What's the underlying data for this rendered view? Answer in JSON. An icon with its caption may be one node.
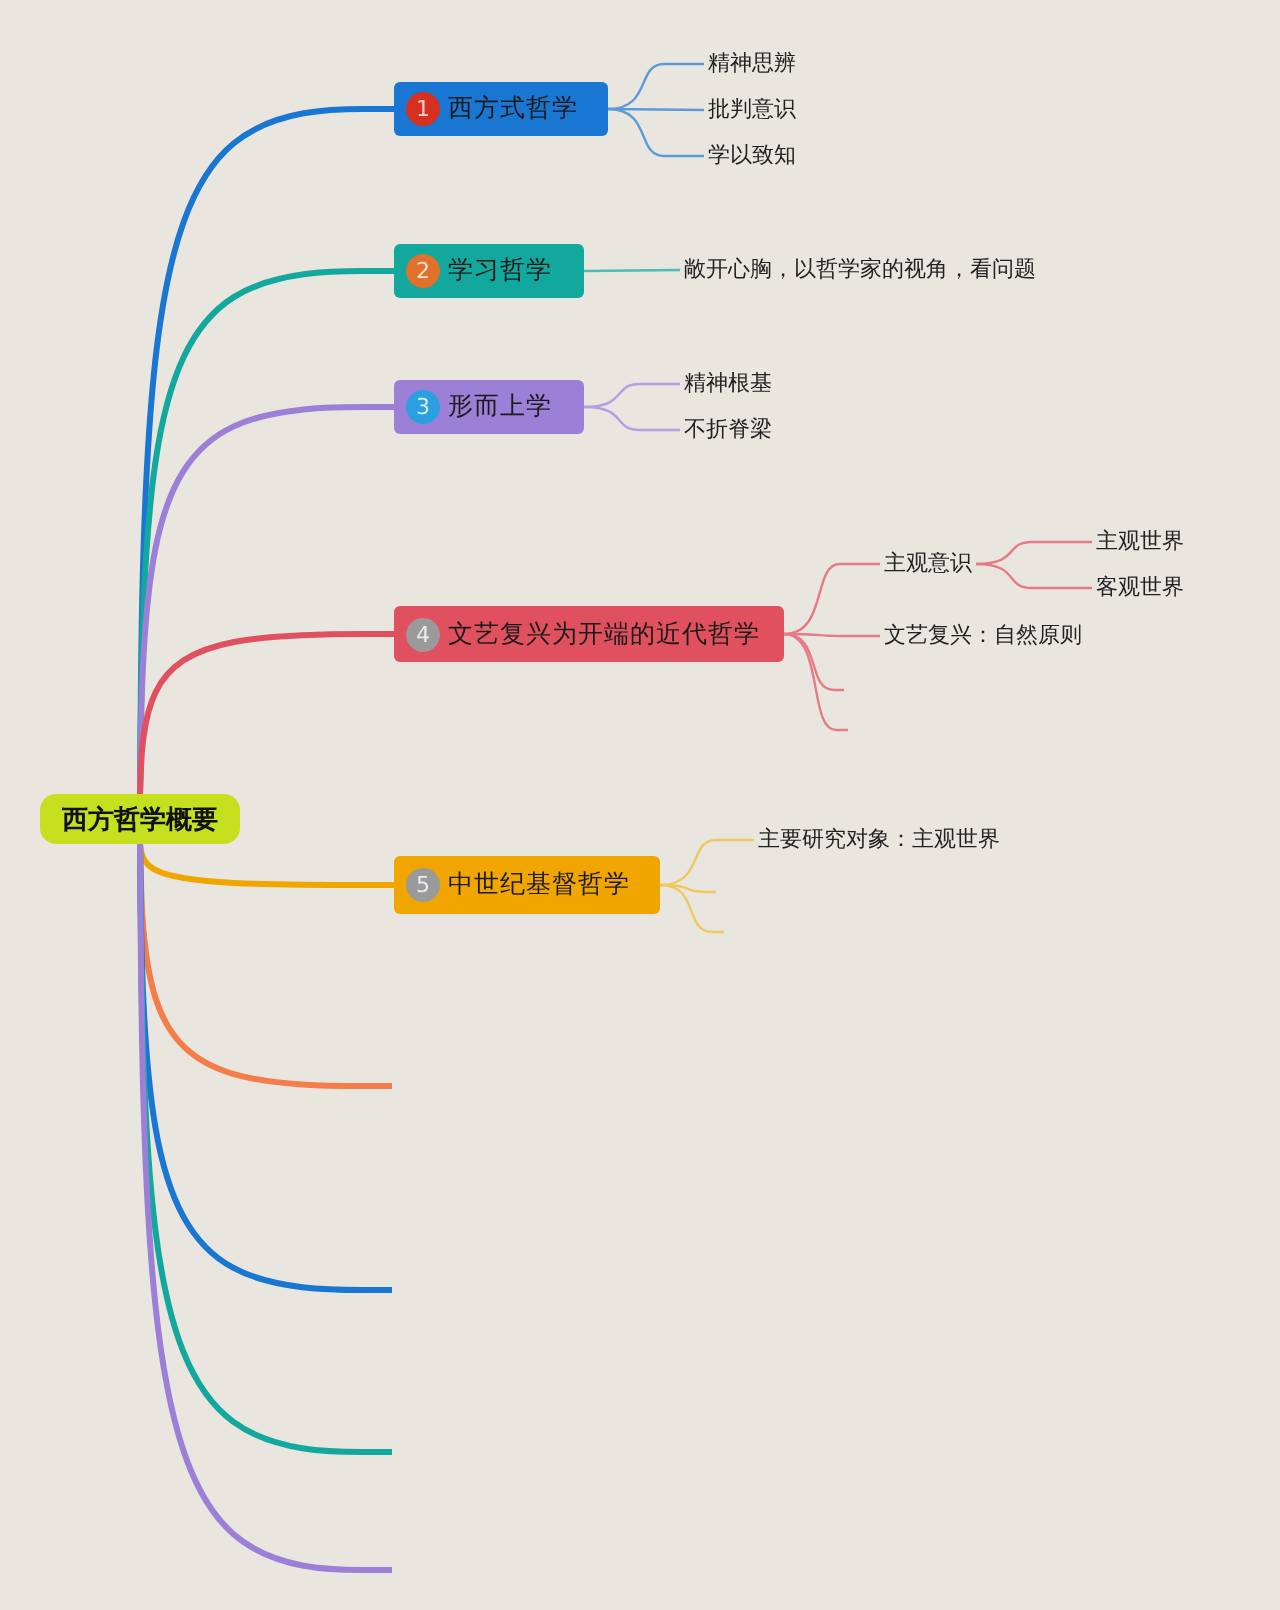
{
  "diagram": {
    "nodes": [
      {
        "text": [
          "西方哲学概要"
        ]
      },
      {
        "text": [
          "1",
          "西方式哲学"
        ]
      },
      {
        "text": [
          "精神思辨"
        ]
      },
      {
        "text": [
          "批判意识"
        ]
      },
      {
        "text": [
          "学以致知"
        ]
      },
      {
        "text": [
          "2",
          "学习哲学"
        ]
      },
      {
        "text": [
          "敞开心胸，以哲学家的视角，看问题"
        ]
      },
      {
        "text": [
          "3",
          "形而上学"
        ]
      },
      {
        "text": [
          "精神根基"
        ]
      },
      {
        "text": [
          "不折脊梁"
        ]
      },
      {
        "text": [
          "4",
          "文艺复兴为开端的近代哲学"
        ]
      },
      {
        "text": [
          "主观意识"
        ]
      },
      {
        "text": [
          "主观世界"
        ]
      },
      {
        "text": [
          "客观世界"
        ]
      },
      {
        "text": [
          "文艺复兴：自然原则"
        ]
      },
      {
        "text": [
          "5",
          "中世纪基督哲学"
        ]
      },
      {
        "text": [
          "主要研究对象：主观世界"
        ]
      }
    ],
    "edges": [
      {
        "from": 0,
        "to": 1,
        "arrow": "none",
        "style": "thick",
        "color": "#1976d2"
      },
      {
        "from": 0,
        "to": 5,
        "arrow": "none",
        "style": "thick",
        "color": "#13a89e"
      },
      {
        "from": 0,
        "to": 7,
        "arrow": "none",
        "style": "thick",
        "color": "#9c7fd6"
      },
      {
        "from": 0,
        "to": 10,
        "arrow": "none",
        "style": "thick",
        "color": "#e0505f"
      },
      {
        "from": 0,
        "to": 15,
        "arrow": "none",
        "style": "thick",
        "color": "#f0a500"
      },
      {
        "from": 0,
        "to": null,
        "arrow": "none",
        "style": "thick",
        "color": "#f47d4a"
      },
      {
        "from": 0,
        "to": null,
        "arrow": "none",
        "style": "thick",
        "color": "#1976d2"
      },
      {
        "from": 0,
        "to": null,
        "arrow": "none",
        "style": "thick",
        "color": "#13a89e"
      },
      {
        "from": 0,
        "to": null,
        "arrow": "none",
        "style": "thick",
        "color": "#9c7fd6"
      },
      {
        "from": 1,
        "to": 2,
        "arrow": "none",
        "color": "#5b9bd8"
      },
      {
        "from": 1,
        "to": 3,
        "arrow": "none",
        "color": "#5b9bd8"
      },
      {
        "from": 1,
        "to": 4,
        "arrow": "none",
        "color": "#5b9bd8"
      },
      {
        "from": 5,
        "to": 6,
        "arrow": "none",
        "color": "#4cbcb4"
      },
      {
        "from": 7,
        "to": 8,
        "arrow": "none",
        "color": "#b3a0e0"
      },
      {
        "from": 7,
        "to": 9,
        "arrow": "none",
        "color": "#b3a0e0"
      },
      {
        "from": 10,
        "to": 11,
        "arrow": "none",
        "color": "#e87a88"
      },
      {
        "from": 10,
        "to": 14,
        "arrow": "none",
        "color": "#e87a88"
      },
      {
        "from": 10,
        "to": null,
        "arrow": "none",
        "color": "#e87a88"
      },
      {
        "from": 10,
        "to": null,
        "arrow": "none",
        "color": "#e87a88"
      },
      {
        "from": 11,
        "to": 12,
        "arrow": "none",
        "color": "#e87a88"
      },
      {
        "from": 11,
        "to": 13,
        "arrow": "none",
        "color": "#e87a88"
      },
      {
        "from": 15,
        "to": 16,
        "arrow": "none",
        "color": "#f0c860"
      },
      {
        "from": 15,
        "to": null,
        "arrow": "none",
        "color": "#f0c860"
      },
      {
        "from": 15,
        "to": null,
        "arrow": "none",
        "color": "#f0c860"
      }
    ]
  }
}
